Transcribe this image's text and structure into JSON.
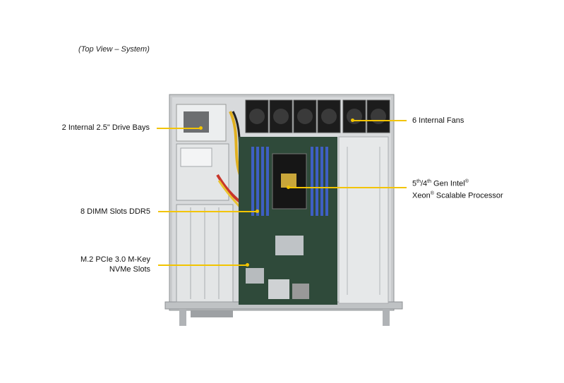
{
  "caption": "(Top View – System)",
  "labels": {
    "drive_bays": "2 Internal  2.5\" Drive Bays",
    "fans": "6 Internal  Fans",
    "processor": {
      "gen_a": "5",
      "gen_a_sup": "th",
      "gen_b": "/4",
      "gen_b_sup": "th",
      "line1_rest": " Gen Intel",
      "line1_mark": "®",
      "line2_a": "Xeon",
      "line2_mark": "®",
      "line2_rest": " Scalable Processor"
    },
    "dimm": "8 DIMM Slots DDR5",
    "m2_line1": "M.2 PCIe 3.0 M-Key",
    "m2_line2": "NVMe Slots"
  },
  "colors": {
    "leader": "#f2c400",
    "dimm_slot": "#3e5fc4",
    "pcb": "#2f4a3a",
    "chassis": "#b9bcbf",
    "fan": "#1c1c1c"
  }
}
